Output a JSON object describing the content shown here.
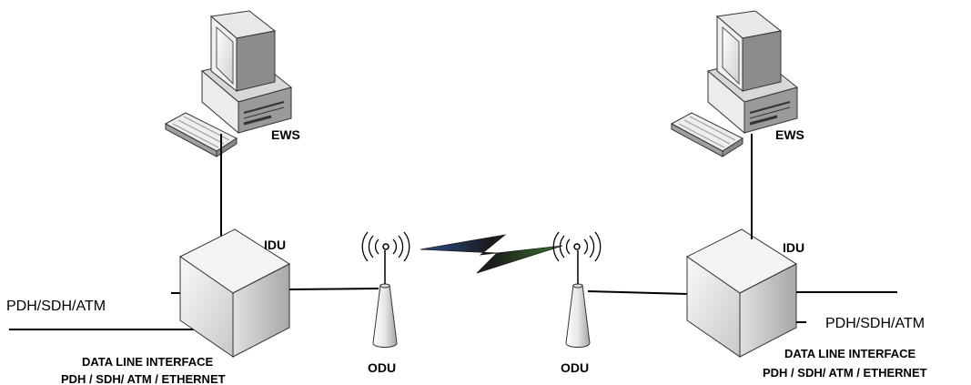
{
  "left_site": {
    "ews_label": "EWS",
    "idu_label": "IDU",
    "odu_label": "ODU",
    "line_label": "PDH/SDH/ATM",
    "interface_title": "DATA LINE INTERFACE",
    "interface_types": "PDH / SDH/ ATM / ETHERNET"
  },
  "right_site": {
    "ews_label": "EWS",
    "idu_label": "IDU",
    "odu_label": "ODU",
    "line_label": "PDH/SDH/ATM",
    "interface_title": "DATA LINE INTERFACE",
    "interface_types": "PDH / SDH/ ATM / ETHERNET"
  },
  "icons": {
    "workstation": "workstation-icon",
    "idu": "idu-box-icon",
    "odu": "odu-antenna-icon",
    "radio_link": "lightning-link-icon"
  },
  "colors": {
    "line": "#000000",
    "link_blue": "#2a4e8e",
    "link_green": "#3c7a2c",
    "box_light": "#f2f2f2",
    "box_dark": "#bfbfbf"
  }
}
